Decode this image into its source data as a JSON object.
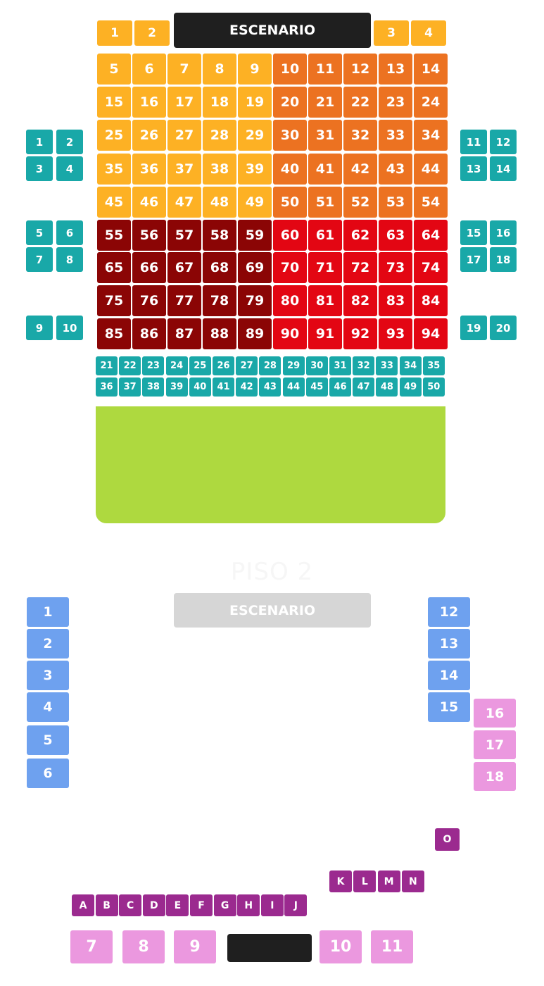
{
  "stage_top": {
    "label": "ESCENARIO",
    "color": "#1F1F1F"
  },
  "stage_floor2": {
    "label": "ESCENARIO",
    "color": "#D6D6D6"
  },
  "floor2_title": "PISO 2",
  "colors": {
    "yellow": "#FDB124",
    "orange": "#EC7221",
    "darkred": "#8B0505",
    "red": "#E30613",
    "teal": "#19A8A8",
    "green": "#AED93F",
    "blue": "#6EA1EF",
    "pink": "#EB98DF",
    "purple": "#9B2A8F",
    "black": "#1F1F1F"
  },
  "front_seats": [
    "1",
    "2",
    "3",
    "4"
  ],
  "main_grid": [
    [
      "5",
      "6",
      "7",
      "8",
      "9",
      "10",
      "11",
      "12",
      "13",
      "14"
    ],
    [
      "15",
      "16",
      "17",
      "18",
      "19",
      "20",
      "21",
      "22",
      "23",
      "24"
    ],
    [
      "25",
      "26",
      "27",
      "28",
      "29",
      "30",
      "31",
      "32",
      "33",
      "34"
    ],
    [
      "35",
      "36",
      "37",
      "38",
      "39",
      "40",
      "41",
      "42",
      "43",
      "44"
    ],
    [
      "45",
      "46",
      "47",
      "48",
      "49",
      "50",
      "51",
      "52",
      "53",
      "54"
    ],
    [
      "55",
      "56",
      "57",
      "58",
      "59",
      "60",
      "61",
      "62",
      "63",
      "64"
    ],
    [
      "65",
      "66",
      "67",
      "68",
      "69",
      "70",
      "71",
      "72",
      "73",
      "74"
    ],
    [
      "75",
      "76",
      "77",
      "78",
      "79",
      "80",
      "81",
      "82",
      "83",
      "84"
    ],
    [
      "85",
      "86",
      "87",
      "88",
      "89",
      "90",
      "91",
      "92",
      "93",
      "94"
    ]
  ],
  "side_left_boxes": [
    "1",
    "2",
    "3",
    "4",
    "5",
    "6",
    "7",
    "8",
    "9",
    "10"
  ],
  "side_right_boxes": [
    "11",
    "12",
    "13",
    "14",
    "15",
    "16",
    "17",
    "18",
    "19",
    "20"
  ],
  "rear_boxes": [
    [
      "21",
      "22",
      "23",
      "24",
      "25",
      "26",
      "27",
      "28",
      "29",
      "30",
      "31",
      "32",
      "33",
      "34",
      "35"
    ],
    [
      "36",
      "37",
      "38",
      "39",
      "40",
      "41",
      "42",
      "43",
      "44",
      "45",
      "46",
      "47",
      "48",
      "49",
      "50"
    ]
  ],
  "floor2_left": [
    "1",
    "2",
    "3",
    "4",
    "5",
    "6"
  ],
  "floor2_right": [
    "12",
    "13",
    "14",
    "15"
  ],
  "floor2_right_pink": [
    "16",
    "17",
    "18"
  ],
  "purple_single": [
    "O"
  ],
  "purple_row_upper": [
    "K",
    "L",
    "M",
    "N"
  ],
  "purple_row_lower": [
    "A",
    "B",
    "C",
    "D",
    "E",
    "F",
    "G",
    "H",
    "I",
    "J"
  ],
  "bottom_left": [
    "7",
    "8",
    "9"
  ],
  "bottom_right": [
    "10",
    "11"
  ]
}
